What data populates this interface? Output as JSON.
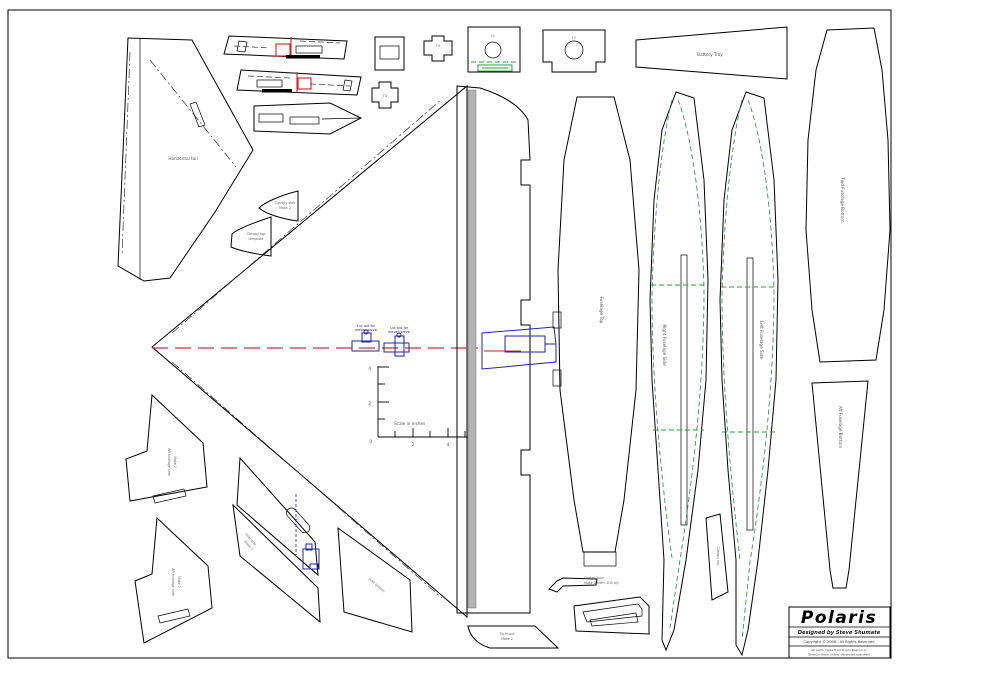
{
  "title_block": {
    "product": "Polaris",
    "designer": "Designed by Steve Shumate",
    "copyright": "Copyright © 2008  -  All Rights Reserved",
    "material_note_1": "All parts made from 6 mm Depron or",
    "material_note_2": "BlueCor foam unless otherwise specified"
  },
  "scale_ruler": {
    "caption": "Scale in inches",
    "x_ticks": [
      "0",
      "2",
      "4"
    ],
    "y_ticks": [
      "4",
      "2",
      "0"
    ]
  },
  "parts": {
    "horizontal_tail": "Horizontal tail",
    "battery_tray": "Battery Tray",
    "fuselage_top": "Fuselage Top",
    "right_fuselage_side": "Right Fuselage Side",
    "left_fuselage_side": "Left Fuselage Side",
    "fwd_fuselage_bottom": "Fwd Fuselage Bottom",
    "aft_fuselage_bottom": "Aft Fuselage Bottom",
    "former_f1": "F1",
    "former_f2": "F2",
    "former_f3": "F3",
    "former_f4": "F4",
    "tip_insert_1": "Tip Insert",
    "tip_insert_2": "Make 2",
    "control_horn_1": "Control horn",
    "control_horn_2": "Make 2 from .032 ply",
    "aft_side_label_1": "Aft fuselage side",
    "aft_side_label_2": "Make 2",
    "inlet_side_1": "Inlet side",
    "inlet_side_2": "Make 2",
    "inlet_bottom": "Inlet bottom",
    "canopy_side_1": "Canopy side",
    "canopy_side_2": "Make 2",
    "canopy_top_1": "Canopy top",
    "canopy_top_2": "template",
    "canopy_rail": "Canopy rail"
  },
  "annotations": {
    "servo_cutout_line1": "Cut out for",
    "servo_cutout_line2": "elevon servo"
  },
  "colors": {
    "outline": "#000000",
    "centerline_red": "#c23b3b",
    "cutout_red": "#cc2222",
    "build_green": "#2e9e3f",
    "detail_blue": "#2222aa",
    "spar_gray": "#b3b3b3"
  }
}
